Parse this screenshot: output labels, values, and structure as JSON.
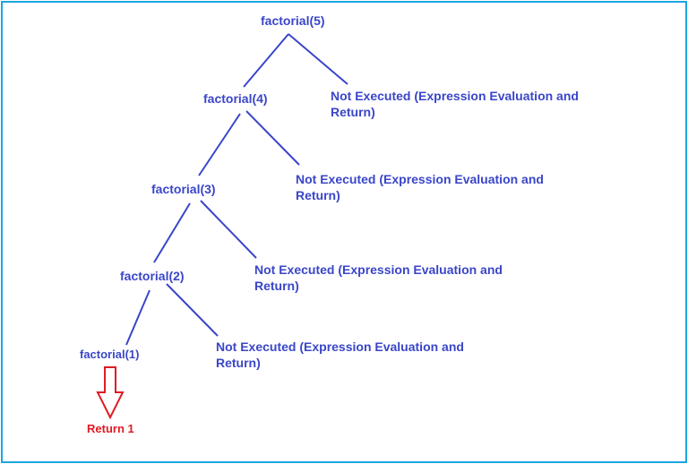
{
  "colors": {
    "node_text": "#3a46c8",
    "edge": "#3a46c8",
    "return_text": "#e01b24",
    "return_arrow": "#e01b24",
    "frame_border": "#1ba6e0"
  },
  "nodes": [
    {
      "label": "factorial(5)"
    },
    {
      "label": "factorial(4)"
    },
    {
      "label": "factorial(3)"
    },
    {
      "label": "factorial(2)"
    },
    {
      "label": "factorial(1)"
    }
  ],
  "not_executed": [
    {
      "line1": "Not Executed (Expression Evaluation and",
      "line2": "Return)"
    },
    {
      "line1": "Not Executed (Expression Evaluation and",
      "line2": "Return)"
    },
    {
      "line1": "Not Executed (Expression Evaluation and",
      "line2": "Return)"
    },
    {
      "line1": "Not Executed (Expression Evaluation and",
      "line2": "Return)"
    }
  ],
  "return_label": "Return 1",
  "arrow_icon": "down-arrow-icon"
}
